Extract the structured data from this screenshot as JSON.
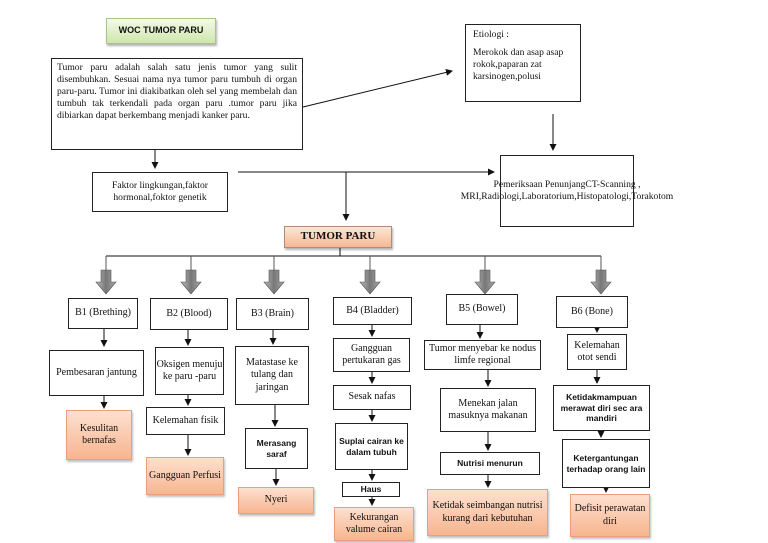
{
  "title": "WOC TUMOR PARU",
  "definition": "Tumor paru adalah salah satu jenis tumor yang sulit disembuhkan. Sesuai nama nya tumor paru tumbuh di organ paru-paru. Tumor ini diakibatkan oleh sel yang membelah dan tumbuh tak terkendali pada organ paru .tumor paru jika dibiarkan dapat berkembang menjadi kanker paru.",
  "etiology": {
    "heading": "Etiologi :",
    "text": "Merokok dan asap asap rokok,paparan zat karsinogen,polusi"
  },
  "factors": "Faktor lingkungan,faktor hormonal,foktor genetik",
  "exams": "Pemeriksaan PenunjangCT-Scanning , MRI,Radiologi,Laboratorium,Histopatologi,Torakotom",
  "center": "TUMOR PARU",
  "b1": {
    "title": "B1 (Brething)",
    "step1": "Pembesaran jantung",
    "result": "Kesulitan bernafas"
  },
  "b2": {
    "title": "B2 (Blood)",
    "step1": "Oksigen menuju ke paru -paru",
    "step2": "Kelemahan fisik",
    "result": "Gangguan Perfusi"
  },
  "b3": {
    "title": "B3 (Brain)",
    "step1": "Matastase ke tulang dan jaringan",
    "step2": "Merasang saraf",
    "result": "Nyeri"
  },
  "b4": {
    "title": "B4 (Bladder)",
    "step1": "Gangguan pertukaran gas",
    "step2": "Sesak nafas",
    "step3": "Suplai cairan ke dalam tubuh",
    "step4": "Haus",
    "result": "Kekurangan valume cairan"
  },
  "b5": {
    "title": "B5 (Bowel)",
    "step1": "Tumor menyebar ke nodus limfe regional",
    "step2": "Menekan jalan masuknya makanan",
    "step3": "Nutrisi menurun",
    "result": "Ketidak seimbangan nutrisi kurang dari kebutuhan"
  },
  "b6": {
    "title": "B6 (Bone)",
    "step1": "Kelemahan otot sendi",
    "step2": "Ketidakmampuan merawat diri sec ara mandiri",
    "step3": "Ketergantungan terhadap orang lain",
    "result": "Defisit perawatan diri"
  }
}
